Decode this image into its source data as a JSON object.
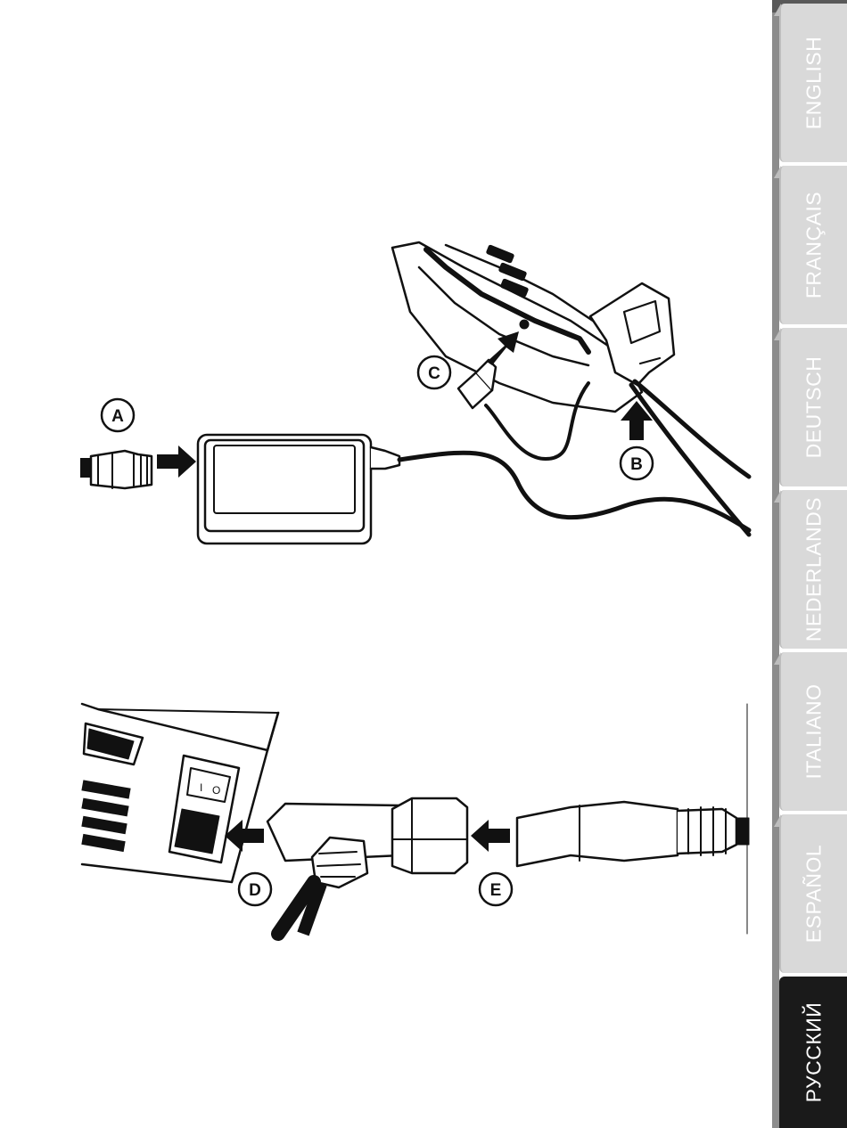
{
  "callouts": {
    "a": "A",
    "b": "B",
    "c": "C",
    "d": "D",
    "e": "E"
  },
  "language_tabs": [
    {
      "label": "ENGLISH",
      "active": false
    },
    {
      "label": "FRANÇAIS",
      "active": false
    },
    {
      "label": "DEUTSCH",
      "active": false
    },
    {
      "label": "NEDERLANDS",
      "active": false
    },
    {
      "label": "ITALIANO",
      "active": false
    },
    {
      "label": "ESPAÑOL",
      "active": false
    },
    {
      "label": "РУССКИЙ",
      "active": true
    }
  ],
  "colors": {
    "tab_inactive": "#d9d9d9",
    "tab_active": "#1a1a1a",
    "ink": "#111111"
  }
}
